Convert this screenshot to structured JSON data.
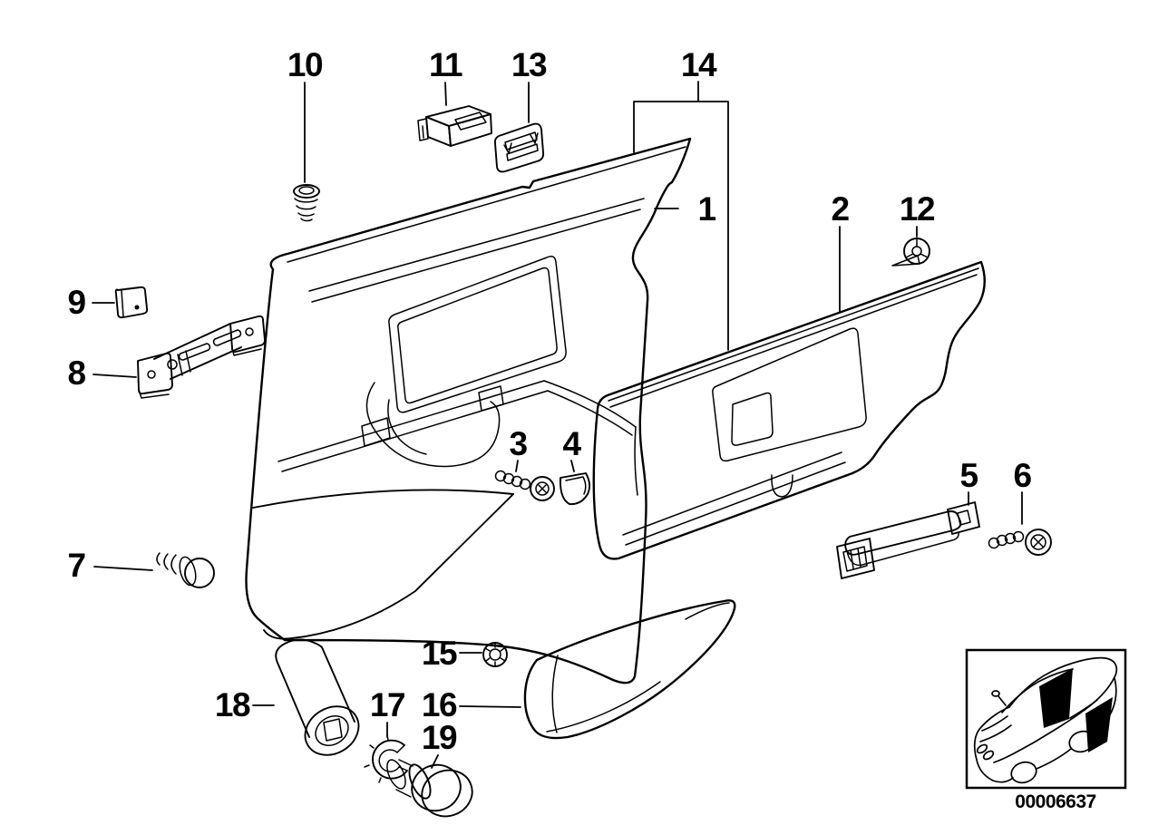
{
  "colors": {
    "ink": "#000000",
    "paper": "#ffffff"
  },
  "diagram": {
    "callouts": [
      {
        "label": "1"
      },
      {
        "label": "2"
      },
      {
        "label": "3"
      },
      {
        "label": "4"
      },
      {
        "label": "5"
      },
      {
        "label": "6"
      },
      {
        "label": "7"
      },
      {
        "label": "8"
      },
      {
        "label": "9"
      },
      {
        "label": "10"
      },
      {
        "label": "11"
      },
      {
        "label": "12"
      },
      {
        "label": "13"
      },
      {
        "label": "14"
      },
      {
        "label": "15"
      },
      {
        "label": "16"
      },
      {
        "label": "17"
      },
      {
        "label": "18"
      },
      {
        "label": "19"
      }
    ],
    "inset": {
      "image_number": "00006637"
    }
  }
}
